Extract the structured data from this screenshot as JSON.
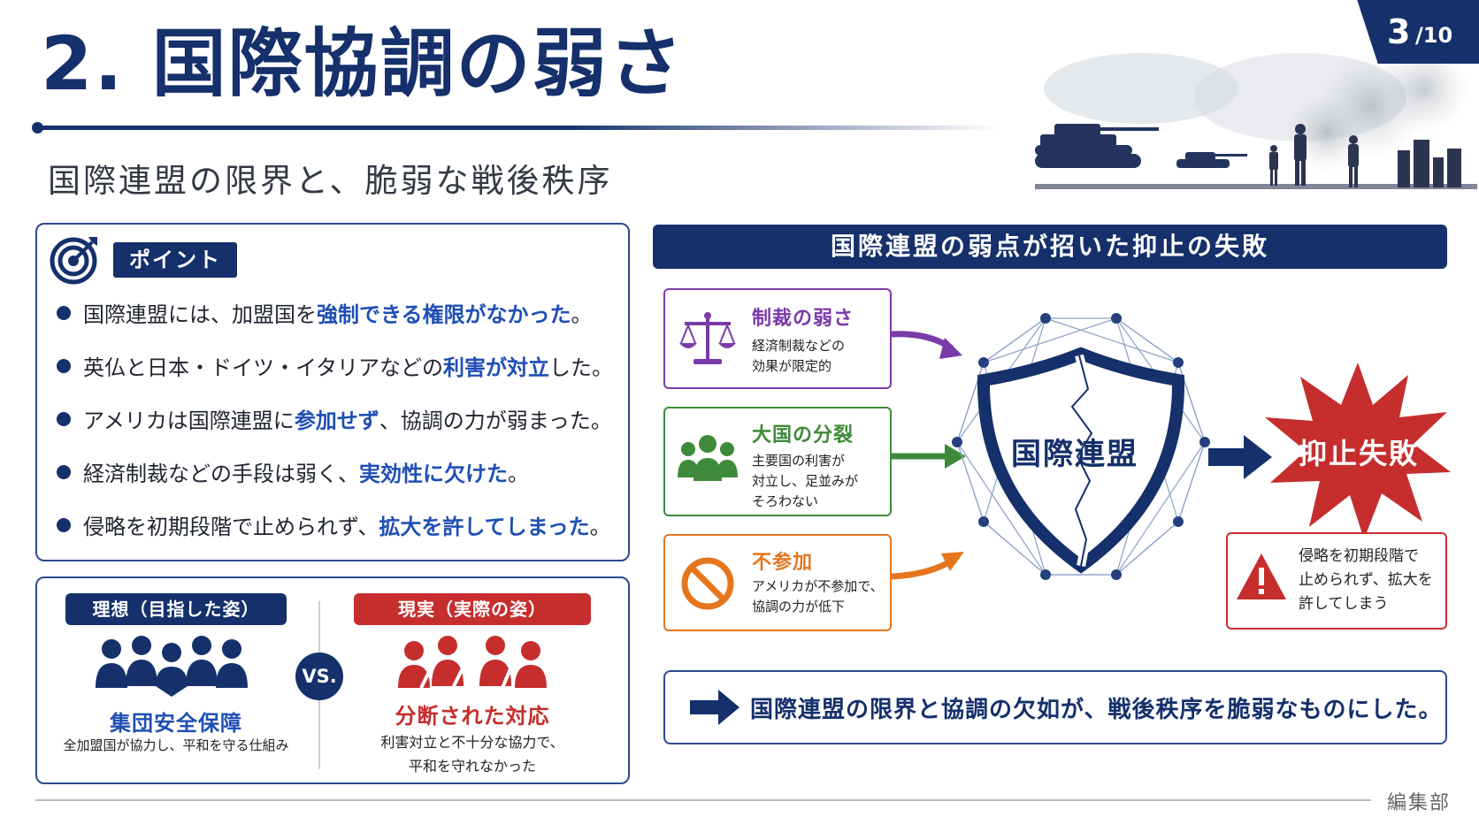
{
  "header": {
    "title": "2. 国際協調の弱さ",
    "subtitle": "国際連盟の限界と、脆弱な戦後秩序",
    "page_current": "3",
    "page_total": "/10"
  },
  "point": {
    "label": "ポイント",
    "items": [
      {
        "pre": "国際連盟には、加盟国を",
        "hl": "強制できる権限がなかった",
        "post": "。"
      },
      {
        "pre": "英仏と日本・ドイツ・イタリアなどの",
        "hl": "利害が対立",
        "post": "した。"
      },
      {
        "pre": "アメリカは国際連盟に",
        "hl": "参加せず",
        "post": "、協調の力が弱まった。"
      },
      {
        "pre": "経済制裁などの手段は弱く、",
        "hl": "実効性に欠けた",
        "post": "。"
      },
      {
        "pre": "侵略を初期段階で止められず、",
        "hl": "拡大を許してしまった",
        "post": "。"
      }
    ]
  },
  "comparison": {
    "ideal_label": "理想（目指した姿）",
    "ideal_name": "集団安全保障",
    "ideal_desc": "全加盟国が協力し、平和を守る仕組み",
    "vs": "VS.",
    "real_label": "現実（実際の姿）",
    "real_name": "分断された対応",
    "real_desc_1": "利害対立と不十分な協力で、",
    "real_desc_2": "平和を守れなかった"
  },
  "diagram": {
    "header": "国際連盟の弱点が招いた抑止の失敗",
    "causes": [
      {
        "name": "制裁の弱さ",
        "desc": [
          "経済制裁などの",
          "効果が限定的"
        ],
        "icon": "scales-icon",
        "color": "#7a3aa8"
      },
      {
        "name": "大国の分裂",
        "desc": [
          "主要国の利害が",
          "対立し、足並みが",
          "そろわない"
        ],
        "icon": "people-group-icon",
        "color": "#3f8a3a"
      },
      {
        "name": "不参加",
        "desc": [
          "アメリカが不参加で、",
          "協調の力が低下"
        ],
        "icon": "prohibited-icon",
        "color": "#e6761e"
      }
    ],
    "center": "国際連盟",
    "result": "抑止失敗",
    "warning_lines": [
      "侵略を初期段階で",
      "止められず、拡大を",
      "許してしまう"
    ]
  },
  "conclusion": "国際連盟の限界と協調の欠如が、戦後秩序を脆弱なものにした。",
  "footer": "編集部",
  "colors": {
    "navy": "#15306b",
    "highlight": "#1f4fb5",
    "red": "#c62d2d",
    "purple": "#7a3aa8",
    "green": "#3f8a3a",
    "orange": "#e6761e"
  }
}
